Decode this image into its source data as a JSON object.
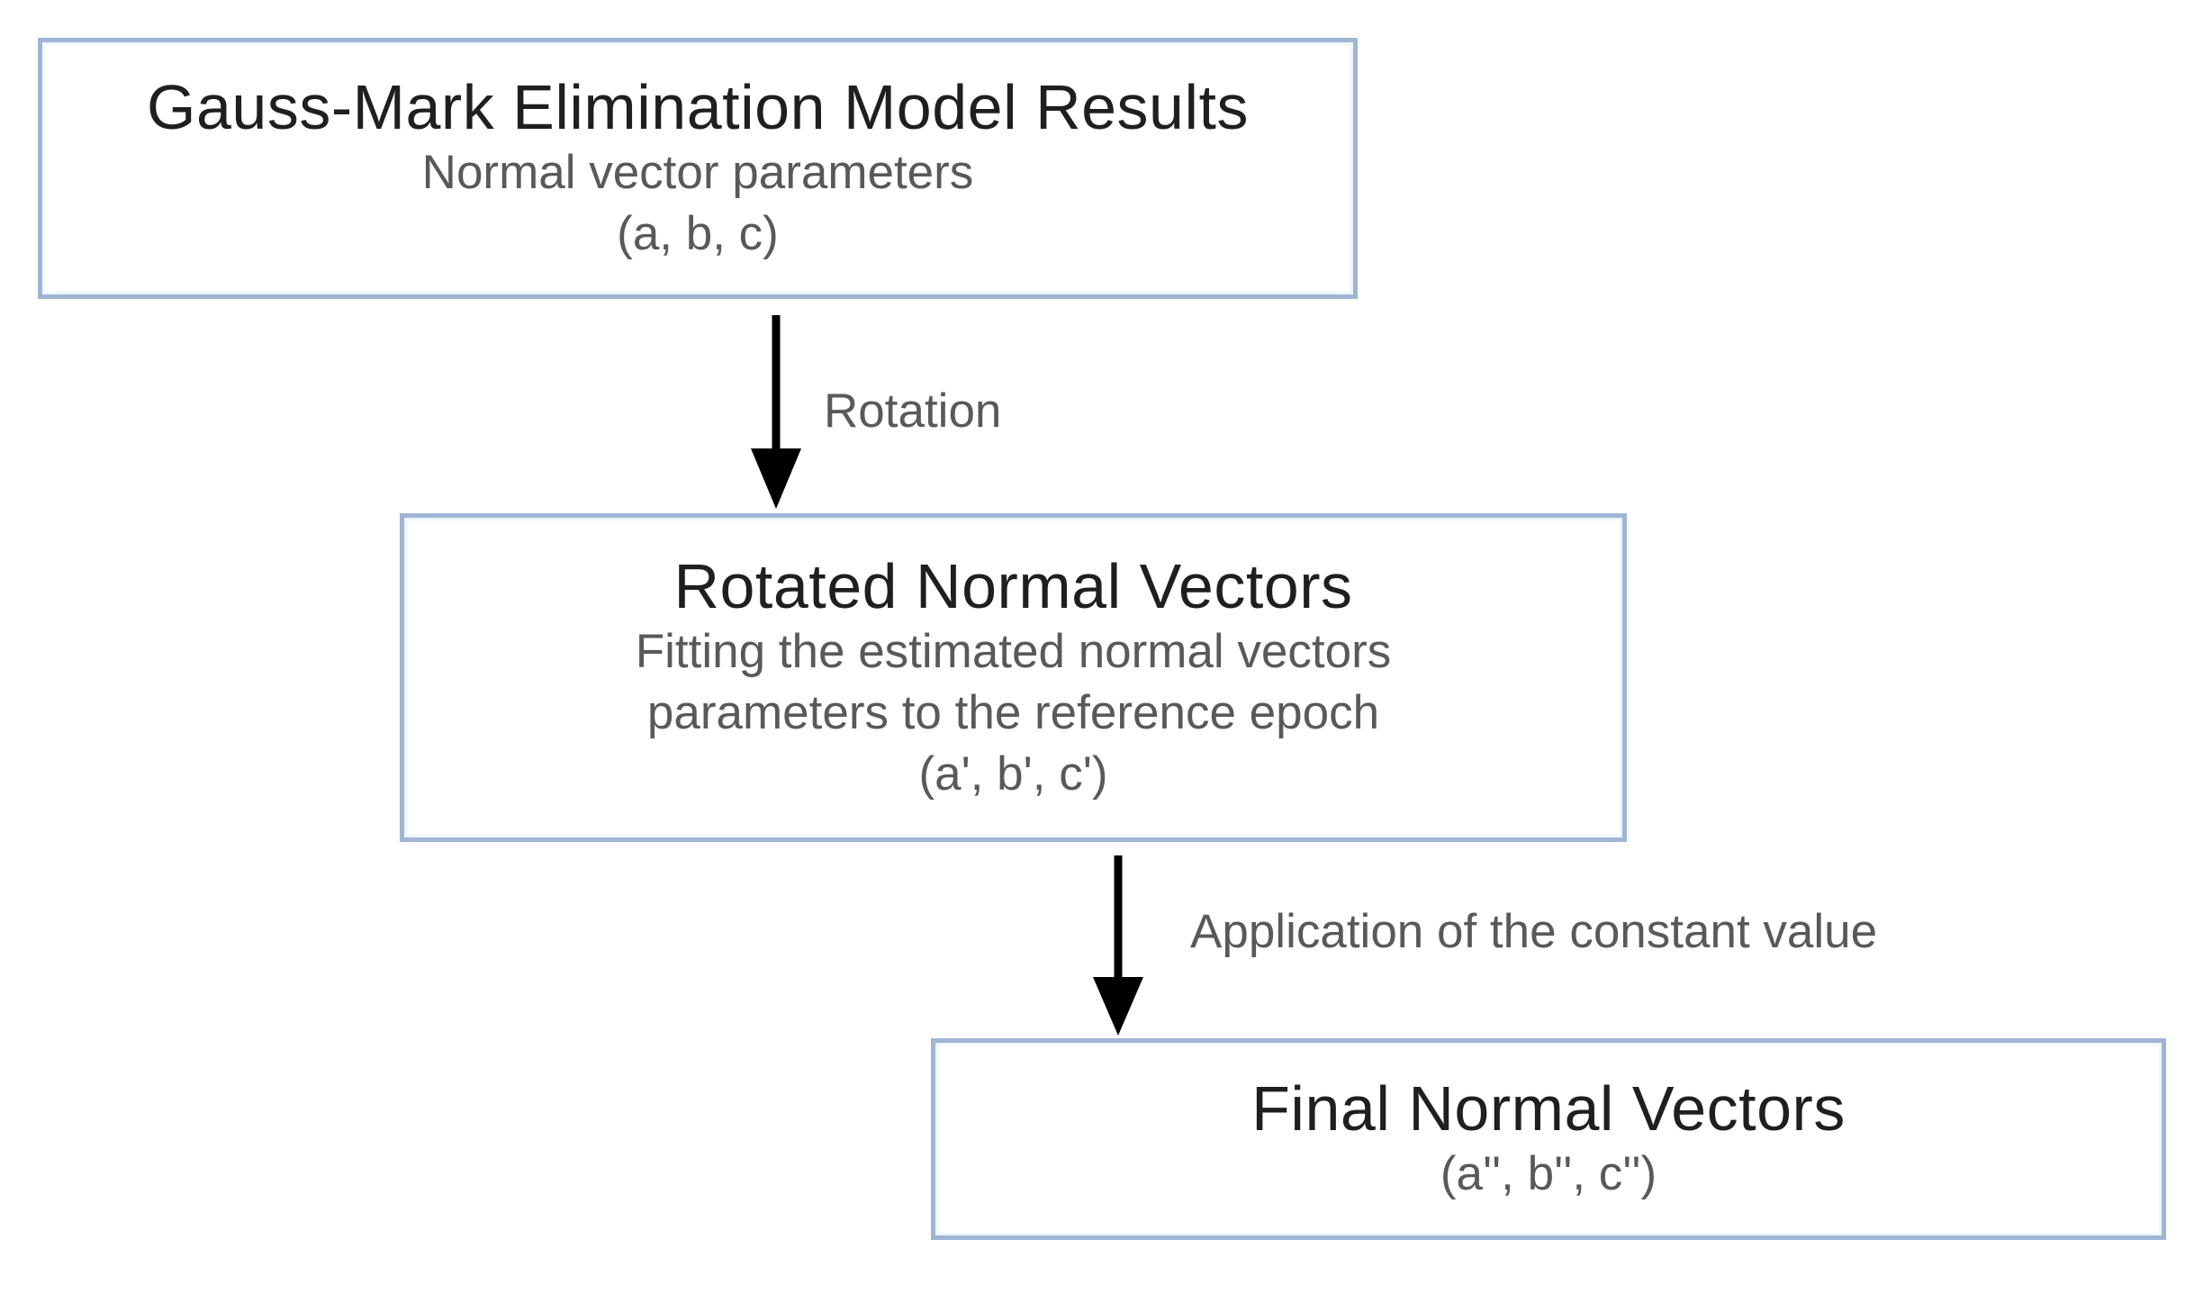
{
  "diagram": {
    "background_color": "#ffffff",
    "box_border_color": "#a0b5d3",
    "title_color": "#1f1f1f",
    "subtitle_color": "#595959",
    "arrow_color": "#000000",
    "nodes": [
      {
        "id": "gauss-mark",
        "title": "Gauss-Mark Elimination Model Results",
        "subtitle_lines": [
          "Normal vector parameters",
          "(a, b, c)"
        ]
      },
      {
        "id": "rotated",
        "title": "Rotated Normal Vectors",
        "subtitle_lines": [
          "Fitting the estimated normal vectors",
          "parameters to the reference epoch",
          "(a', b', c')"
        ]
      },
      {
        "id": "final",
        "title": "Final Normal Vectors",
        "subtitle_lines": [
          "(a'', b'', c'')"
        ]
      }
    ],
    "edges": [
      {
        "from": "gauss-mark",
        "to": "rotated",
        "label": "Rotation"
      },
      {
        "from": "rotated",
        "to": "final",
        "label": "Application of the constant value"
      }
    ]
  }
}
